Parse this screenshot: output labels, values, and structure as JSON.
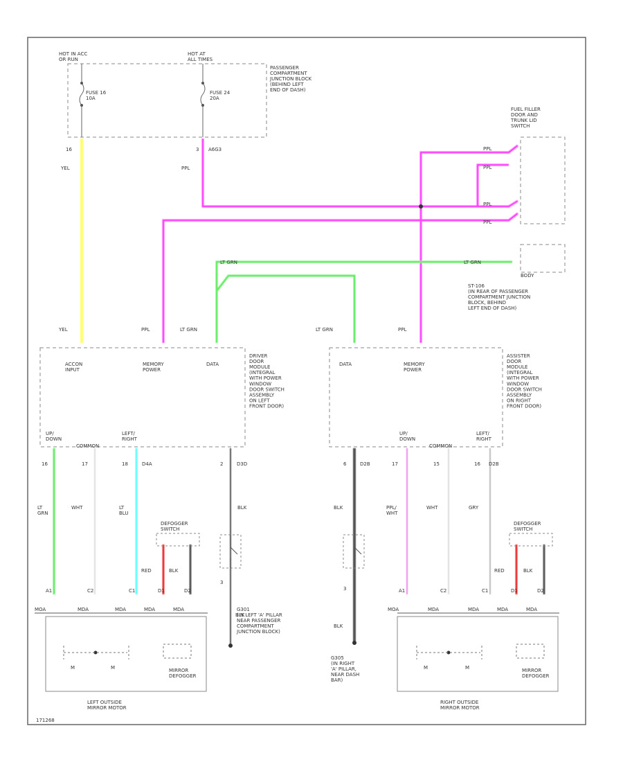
{
  "supply": {
    "hot_acc_label": "HOT IN ACC\nOR RUN",
    "hot_all_label": "HOT AT\nALL TIMES",
    "fuse1": "FUSE 16\n10A",
    "fuse2": "FUSE 24\n20A",
    "junction_block": "PASSENGER\nCOMPARTMENT\nJUNCTION BLOCK\n(BEHIND LEFT\nEND OF DASH)",
    "pin1": "16",
    "pin2": "3",
    "pin2_id": "A6G3",
    "wire1": "YEL",
    "wire2": "PPL"
  },
  "fuel_filler": {
    "label": "FUEL FILLER\nDOOR AND\nTRUNK LID\nSWITCH",
    "wires": [
      "PPL",
      "PPL",
      "PPL",
      "PPL"
    ]
  },
  "body": {
    "wire": "LT GRN",
    "wire2": "LT GRN",
    "connector": "BODY",
    "splice_label": "ST-106\n(IN REAR OF PASSENGER\nCOMPARTMENT JUNCTION\nBLOCK, BEHIND\nLEFT END OF DASH)"
  },
  "driver_module": {
    "title": "DRIVER\nDOOR\nMODULE\n(INTEGRAL\nWITH POWER\nWINDOW\nDOOR SWITCH\nASSEMBLY\nON LEFT\nFRONT DOOR)",
    "acc_input": "ACCON\nINPUT",
    "mem_power": "MEMORY\nPOWER",
    "data": "DATA",
    "wire_yel": "YEL",
    "wire_ppl": "PPL",
    "wire_grn": "LT GRN",
    "up": "UP/\nDOWN",
    "common": "COMMON",
    "left_right": "LEFT/\nRIGHT"
  },
  "pass_module": {
    "title": "ASSISTER\nDOOR\nMODULE\n(INTEGRAL\nWITH POWER\nWINDOW\nDOOR SWITCH\nASSEMBLY\nON RIGHT\nFRONT DOOR)",
    "data": "DATA",
    "mem_power": "MEMORY\nPOWER",
    "wire_grn": "LT GRN",
    "wire_ppl": "PPL",
    "up": "UP/\nDOWN",
    "common": "COMMON",
    "left_right": "LEFT/\nRIGHT"
  },
  "left_wires": {
    "pins": [
      "16",
      "17",
      "18"
    ],
    "conn": "D4A",
    "gnd_pin": "2",
    "gnd_conn": "D3D",
    "w1": "LT\nGRN",
    "w2": "WHT",
    "w3": "LT\nBLU",
    "gnd_wire": "BLK",
    "gnd_wire2": "BLK",
    "gnd_pin2": "3"
  },
  "right_wires": {
    "pins": [
      "17",
      "15",
      "16"
    ],
    "conn": "D2B",
    "gnd_pin": "6",
    "gnd_conn": "D2B",
    "w1": "PPL/\nWHT",
    "w2": "WHT",
    "w3": "GRY",
    "gnd_wire": "BLK",
    "gnd_wire2": "BLK",
    "gnd_pin2": "3"
  },
  "defogger_switch": "DEFOGGER\nSWITCH",
  "red": "RED",
  "blk": "BLK",
  "conn_codes": [
    "A1",
    "C2",
    "C1",
    "D1",
    "D2"
  ],
  "mirror_conn": "MDA",
  "mirror_conn_alt": "MOA",
  "motor_symbol": "M",
  "mirror_defogger": "MIRROR\nDEFOGGER",
  "left_mirror": "LEFT OUTSIDE\nMIRROR MOTOR",
  "right_mirror": "RIGHT OUTSIDE\nMIRROR MOTOR",
  "ground_left": "G301\n(IN LEFT 'A' PILLAR\nNEAR PASSENGER\nCOMPARTMENT\nJUNCTION BLOCK)",
  "ground_right": "G305\n(IN RIGHT\n'A' PILLAR,\nNEAR DASH\nBAR)",
  "footer_id": "171268",
  "colors": {
    "yel": "#ffff66",
    "ppl": "#ff44ff",
    "grn": "#66ee66",
    "blu": "#66ffff",
    "red": "#ee3333",
    "pplwht": "#ee88ee",
    "dark": "#555555"
  }
}
